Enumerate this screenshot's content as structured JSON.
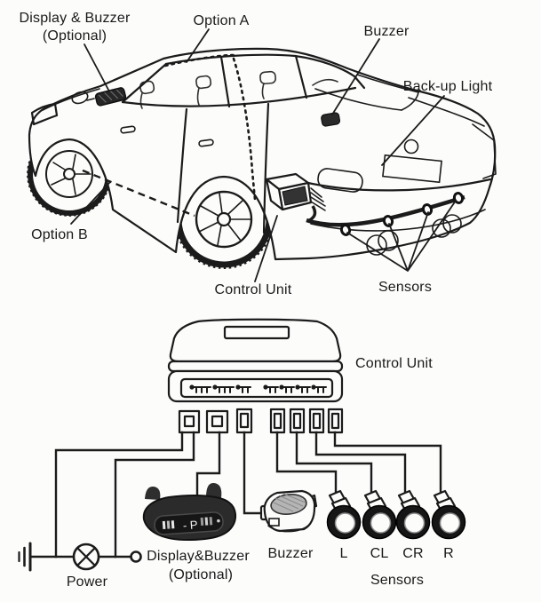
{
  "illustration": {
    "labels": {
      "display_buzzer": "Display & Buzzer",
      "display_buzzer_note": "(Optional)",
      "option_a": "Option A",
      "buzzer": "Buzzer",
      "backup_light": "Back-up Light",
      "option_b": "Option B",
      "control_unit": "Control Unit",
      "sensors": "Sensors"
    }
  },
  "schematic": {
    "labels": {
      "control_unit": "Control Unit",
      "power": "Power",
      "display_buzzer": "Display&Buzzer",
      "display_buzzer_note": "(Optional)",
      "buzzer": "Buzzer",
      "sensors": "Sensors"
    },
    "channels": [
      "L",
      "CL",
      "CR",
      "R"
    ],
    "display_readout": "- P",
    "connector_count": 7,
    "colors": {
      "ink": "#1b1b1b",
      "paper": "#fcfcfb"
    }
  }
}
